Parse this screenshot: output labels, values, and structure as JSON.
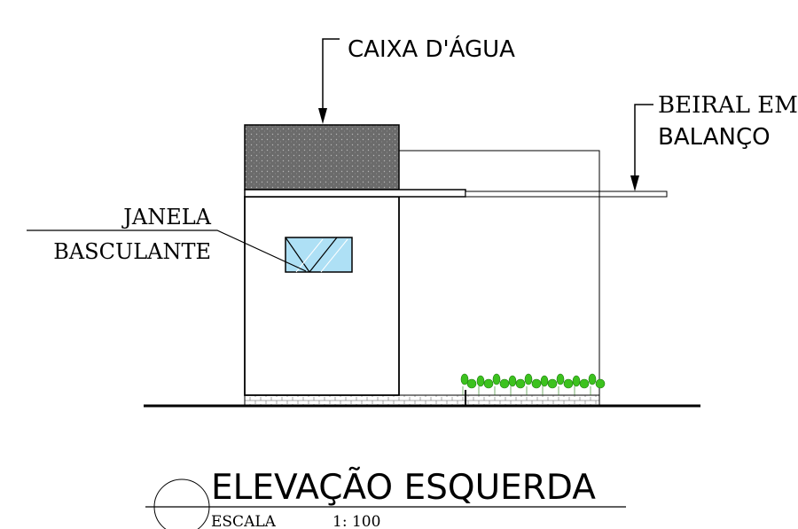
{
  "title": "ELEVAÇÃO ESQUERDA",
  "scale": {
    "label": "ESCALA",
    "value": "1: 100"
  },
  "annotations": {
    "water_tank": "CAIXA D'ÁGUA",
    "eave_line1": "BEIRAL EM",
    "eave_line2": "BALANÇO",
    "window_line1": "JANELA",
    "window_line2": "BASCULANTE"
  },
  "colors": {
    "line": "#000000",
    "roof_fill": "#6b6b6b",
    "glass_fill": "#aee0f5",
    "plants": "#3cc21e"
  }
}
